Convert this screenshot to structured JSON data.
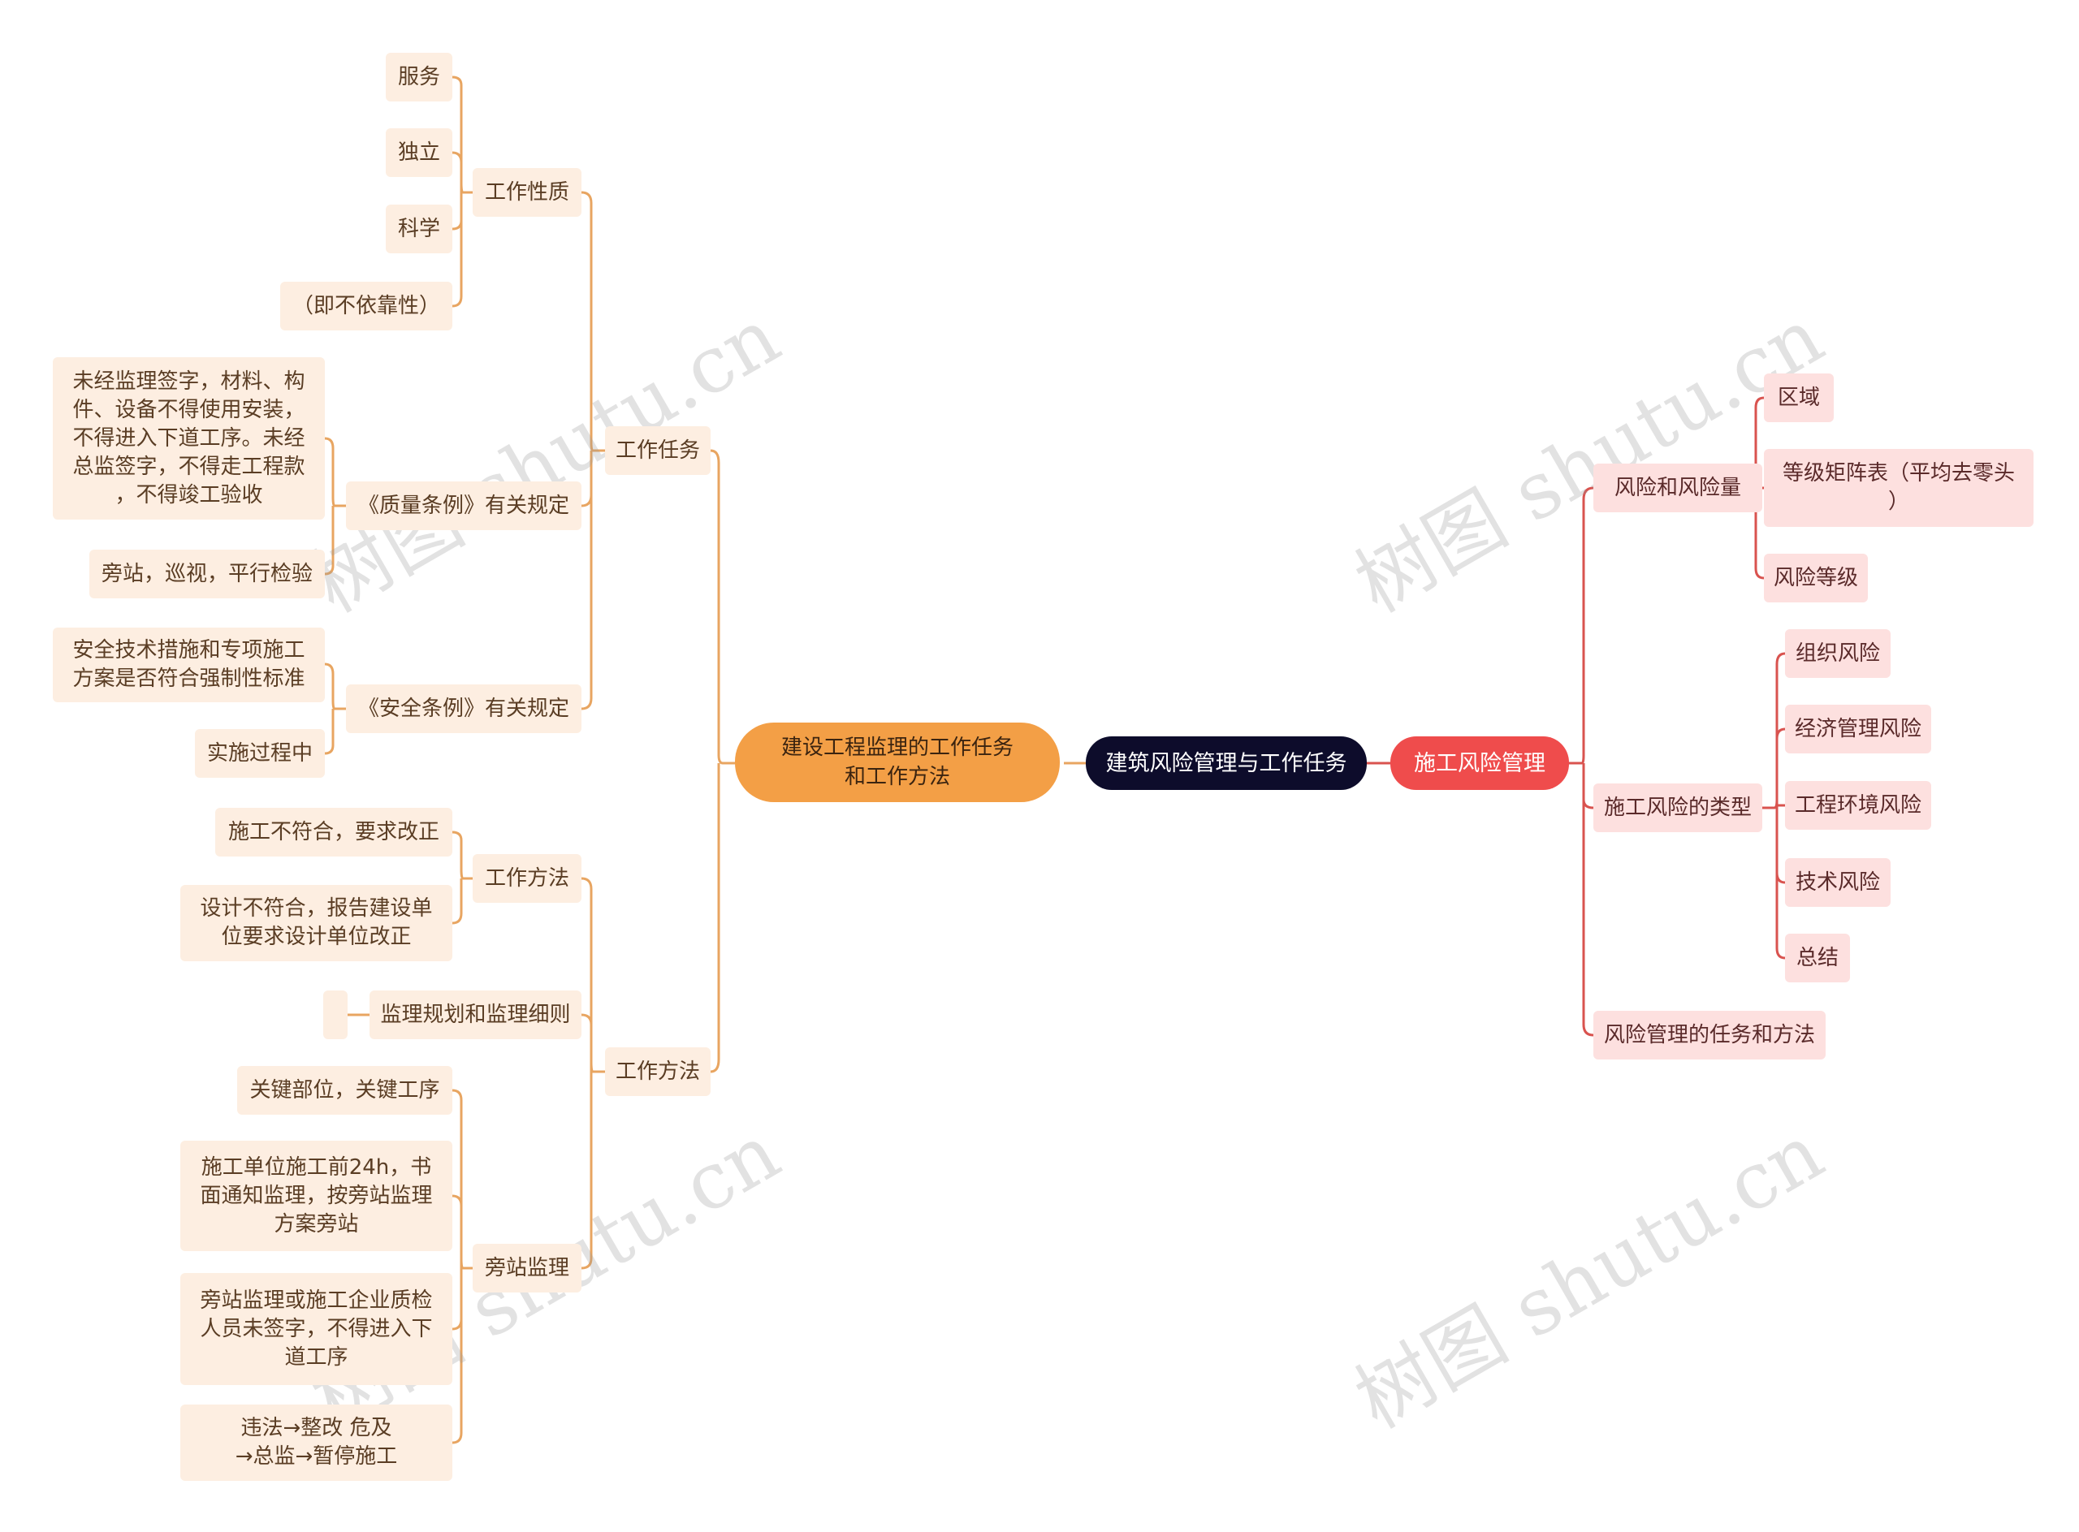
{
  "root": "建筑风险管理与工作任务",
  "left": {
    "main": "建设工程监理的工作任务\n和工作方法",
    "task": {
      "label": "工作任务",
      "nature": {
        "label": "工作性质",
        "items": [
          "服务",
          "独立",
          "科学",
          "（即不依靠性）"
        ]
      },
      "quality": {
        "label": "《质量条例》有关规定",
        "items": [
          "未经监理签字，材料、构\n件、设备不得使用安装，\n不得进入下道工序。未经\n总监签字，不得走工程款\n，不得竣工验收",
          "旁站，巡视，平行检验"
        ]
      },
      "safety": {
        "label": "《安全条例》有关规定",
        "items": [
          "安全技术措施和专项施工\n方案是否符合强制性标准",
          "实施过程中"
        ]
      }
    },
    "method": {
      "label": "工作方法",
      "workmethod": {
        "label": "工作方法",
        "items": [
          "施工不符合，要求改正",
          "设计不符合，报告建设单\n位要求设计单位改正"
        ]
      },
      "plan": {
        "label": "监理规划和监理细则"
      },
      "sidestation": {
        "label": "旁站监理",
        "items": [
          "关键部位，关键工序",
          "施工单位施工前24h，书\n面通知监理，按旁站监理\n方案旁站",
          "旁站监理或施工企业质检\n人员未签字，不得进入下\n道工序",
          "违法→整改                危及\n→总监→暂停施工"
        ]
      }
    }
  },
  "right": {
    "main": "施工风险管理",
    "risk": {
      "label": "风险和风险量",
      "items": [
        "区域",
        "等级矩阵表（平均去零头\n）",
        "风险等级"
      ]
    },
    "types": {
      "label": "施工风险的类型",
      "items": [
        "组织风险",
        "经济管理风险",
        "工程环境风险",
        "技术风险",
        "总结"
      ]
    },
    "tasks": {
      "label": "风险管理的任务和方法"
    }
  },
  "watermark": "树图 shutu.cn",
  "colors": {
    "left_line": "#e8a561",
    "right_line": "#d9534f",
    "root": "#0d0c2b",
    "left_main": "#f39f46",
    "right_main": "#ef4c4c"
  }
}
